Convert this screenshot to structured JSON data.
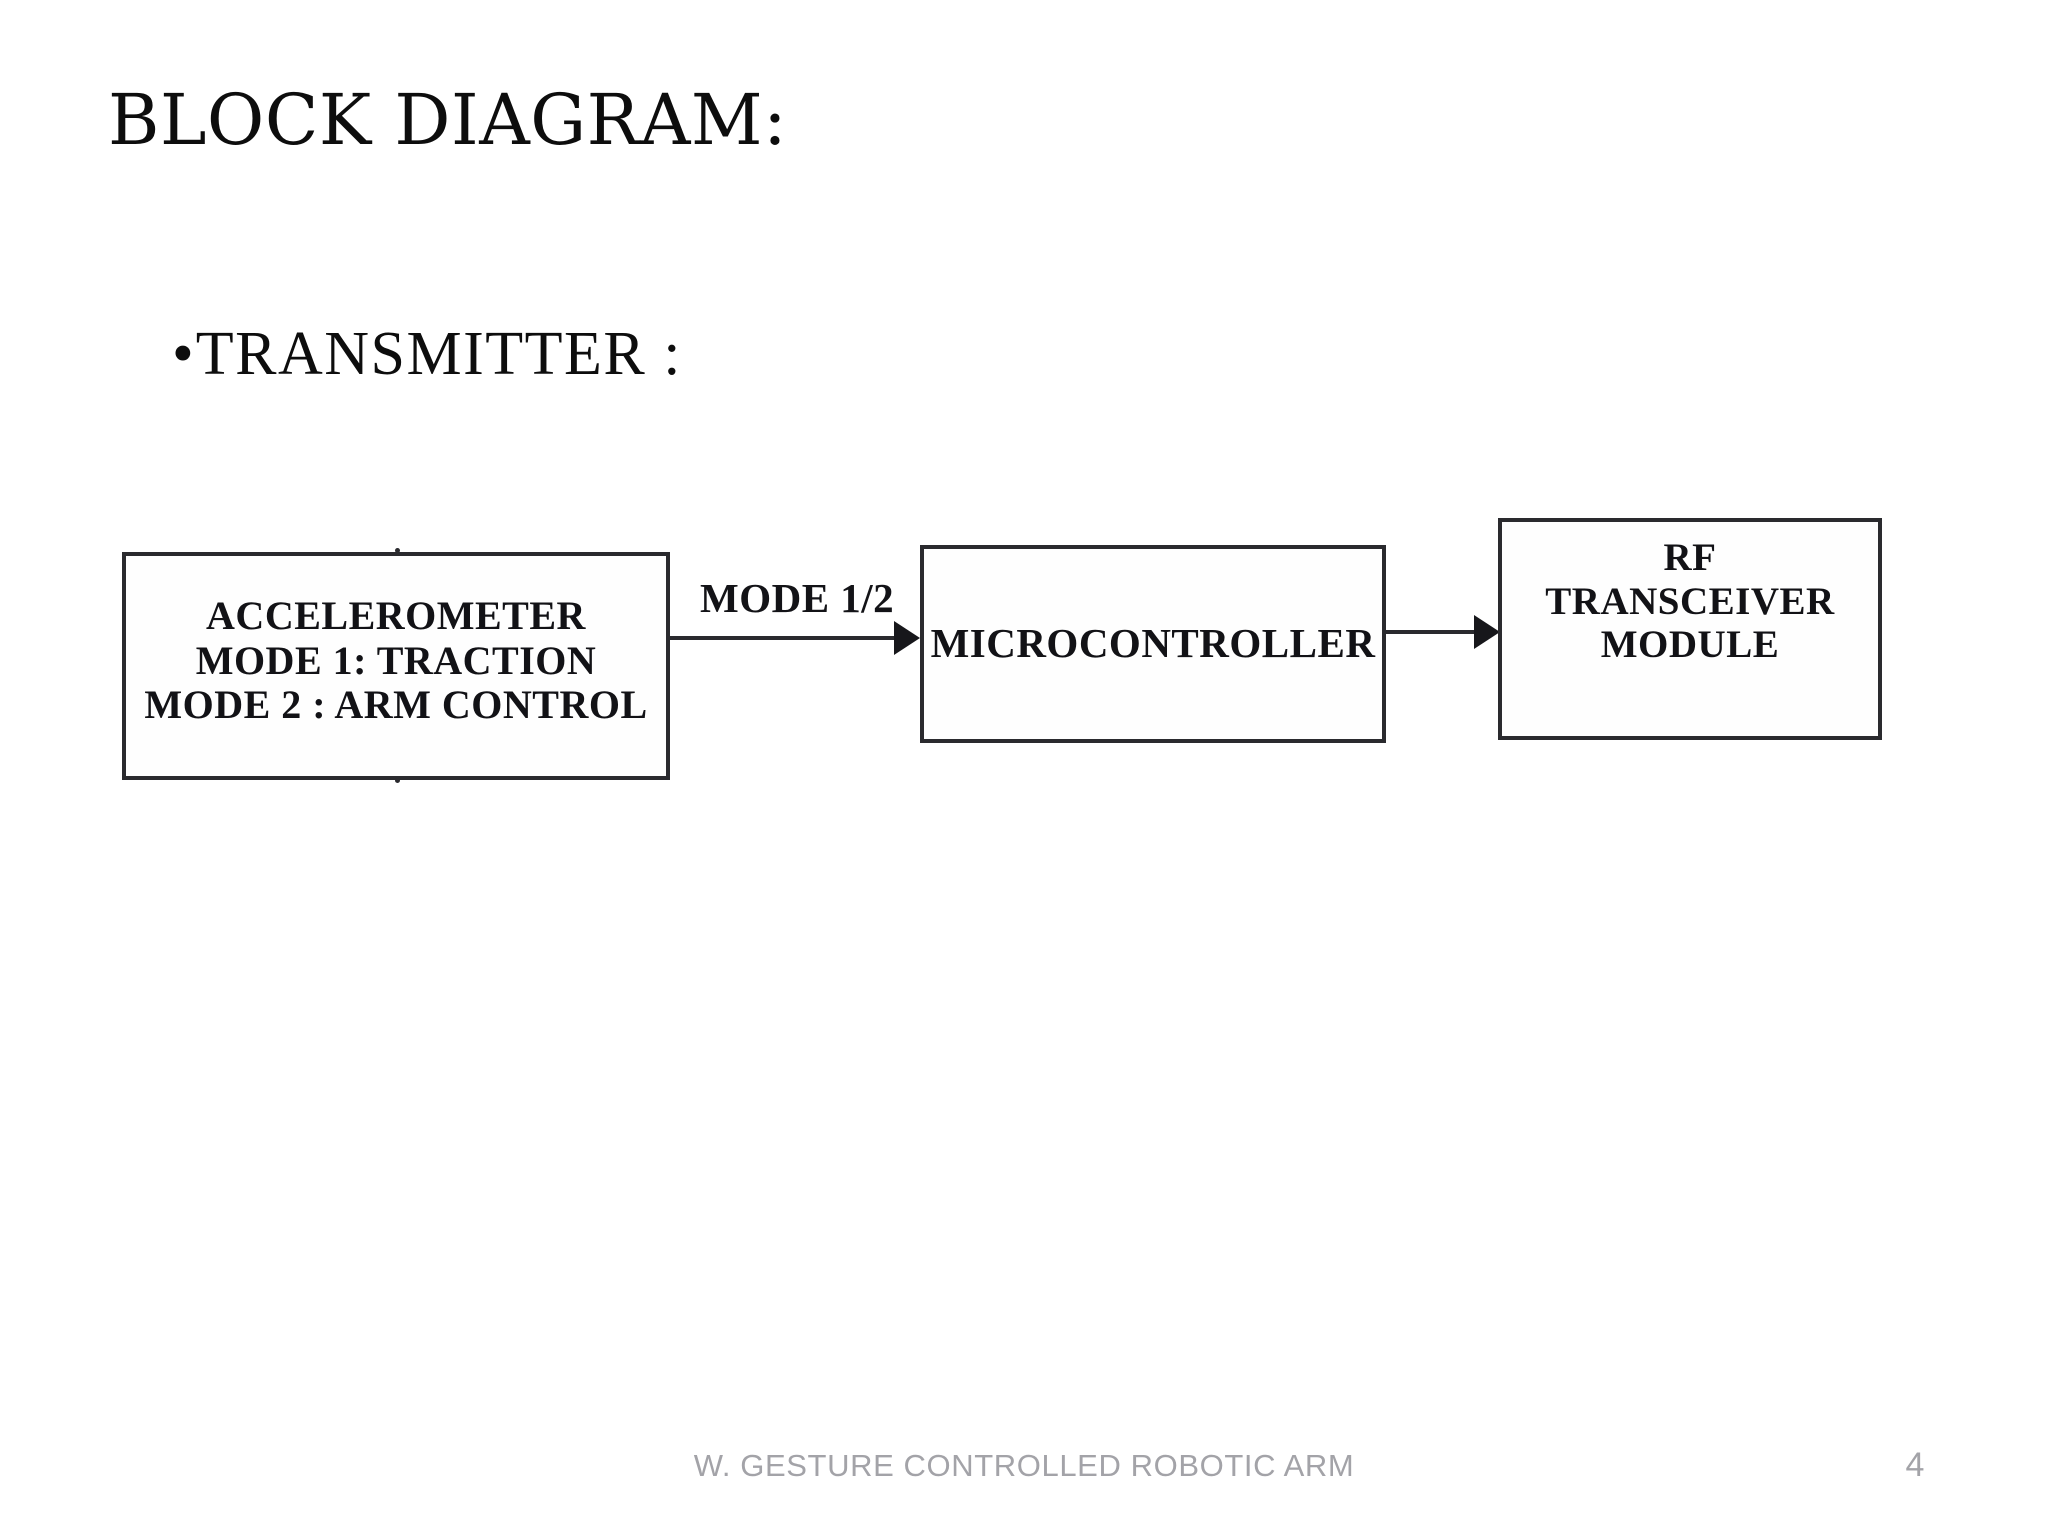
{
  "slide": {
    "title": "BLOCK DIAGRAM:",
    "bullet": {
      "marker": "•",
      "text": "TRANSMITTER :"
    },
    "background_color": "#ffffff",
    "text_color": "#0d0d0d"
  },
  "diagram": {
    "type": "block-diagram",
    "orientation": "left-to-right",
    "blocks": [
      {
        "id": "accelerometer",
        "lines": [
          "ACCELEROMETER",
          "MODE 1: TRACTION",
          "MODE 2 : ARM CONTROL"
        ],
        "border_color": "#2a2a2e",
        "fill_color": "#fefefe"
      },
      {
        "id": "microcontroller",
        "lines": [
          "MICROCONTROLLER"
        ],
        "border_color": "#2a2a2e",
        "fill_color": "#fefefe"
      },
      {
        "id": "rf-transceiver",
        "lines": [
          "RF",
          "TRANSCEIVER",
          "MODULE"
        ],
        "border_color": "#2a2a2e",
        "fill_color": "#fefefe"
      }
    ],
    "connectors": [
      {
        "id": "accelerometer-to-microcontroller",
        "label": "MODE 1/2",
        "from": "accelerometer",
        "to": "microcontroller",
        "arrow": "right"
      },
      {
        "id": "microcontroller-to-rf-transceiver",
        "label": "",
        "from": "microcontroller",
        "to": "rf-transceiver",
        "arrow": "right"
      }
    ]
  },
  "footer": {
    "text": "W. GESTURE CONTROLLED ROBOTIC ARM",
    "page_number": "4",
    "color": "#a3a3a8"
  }
}
